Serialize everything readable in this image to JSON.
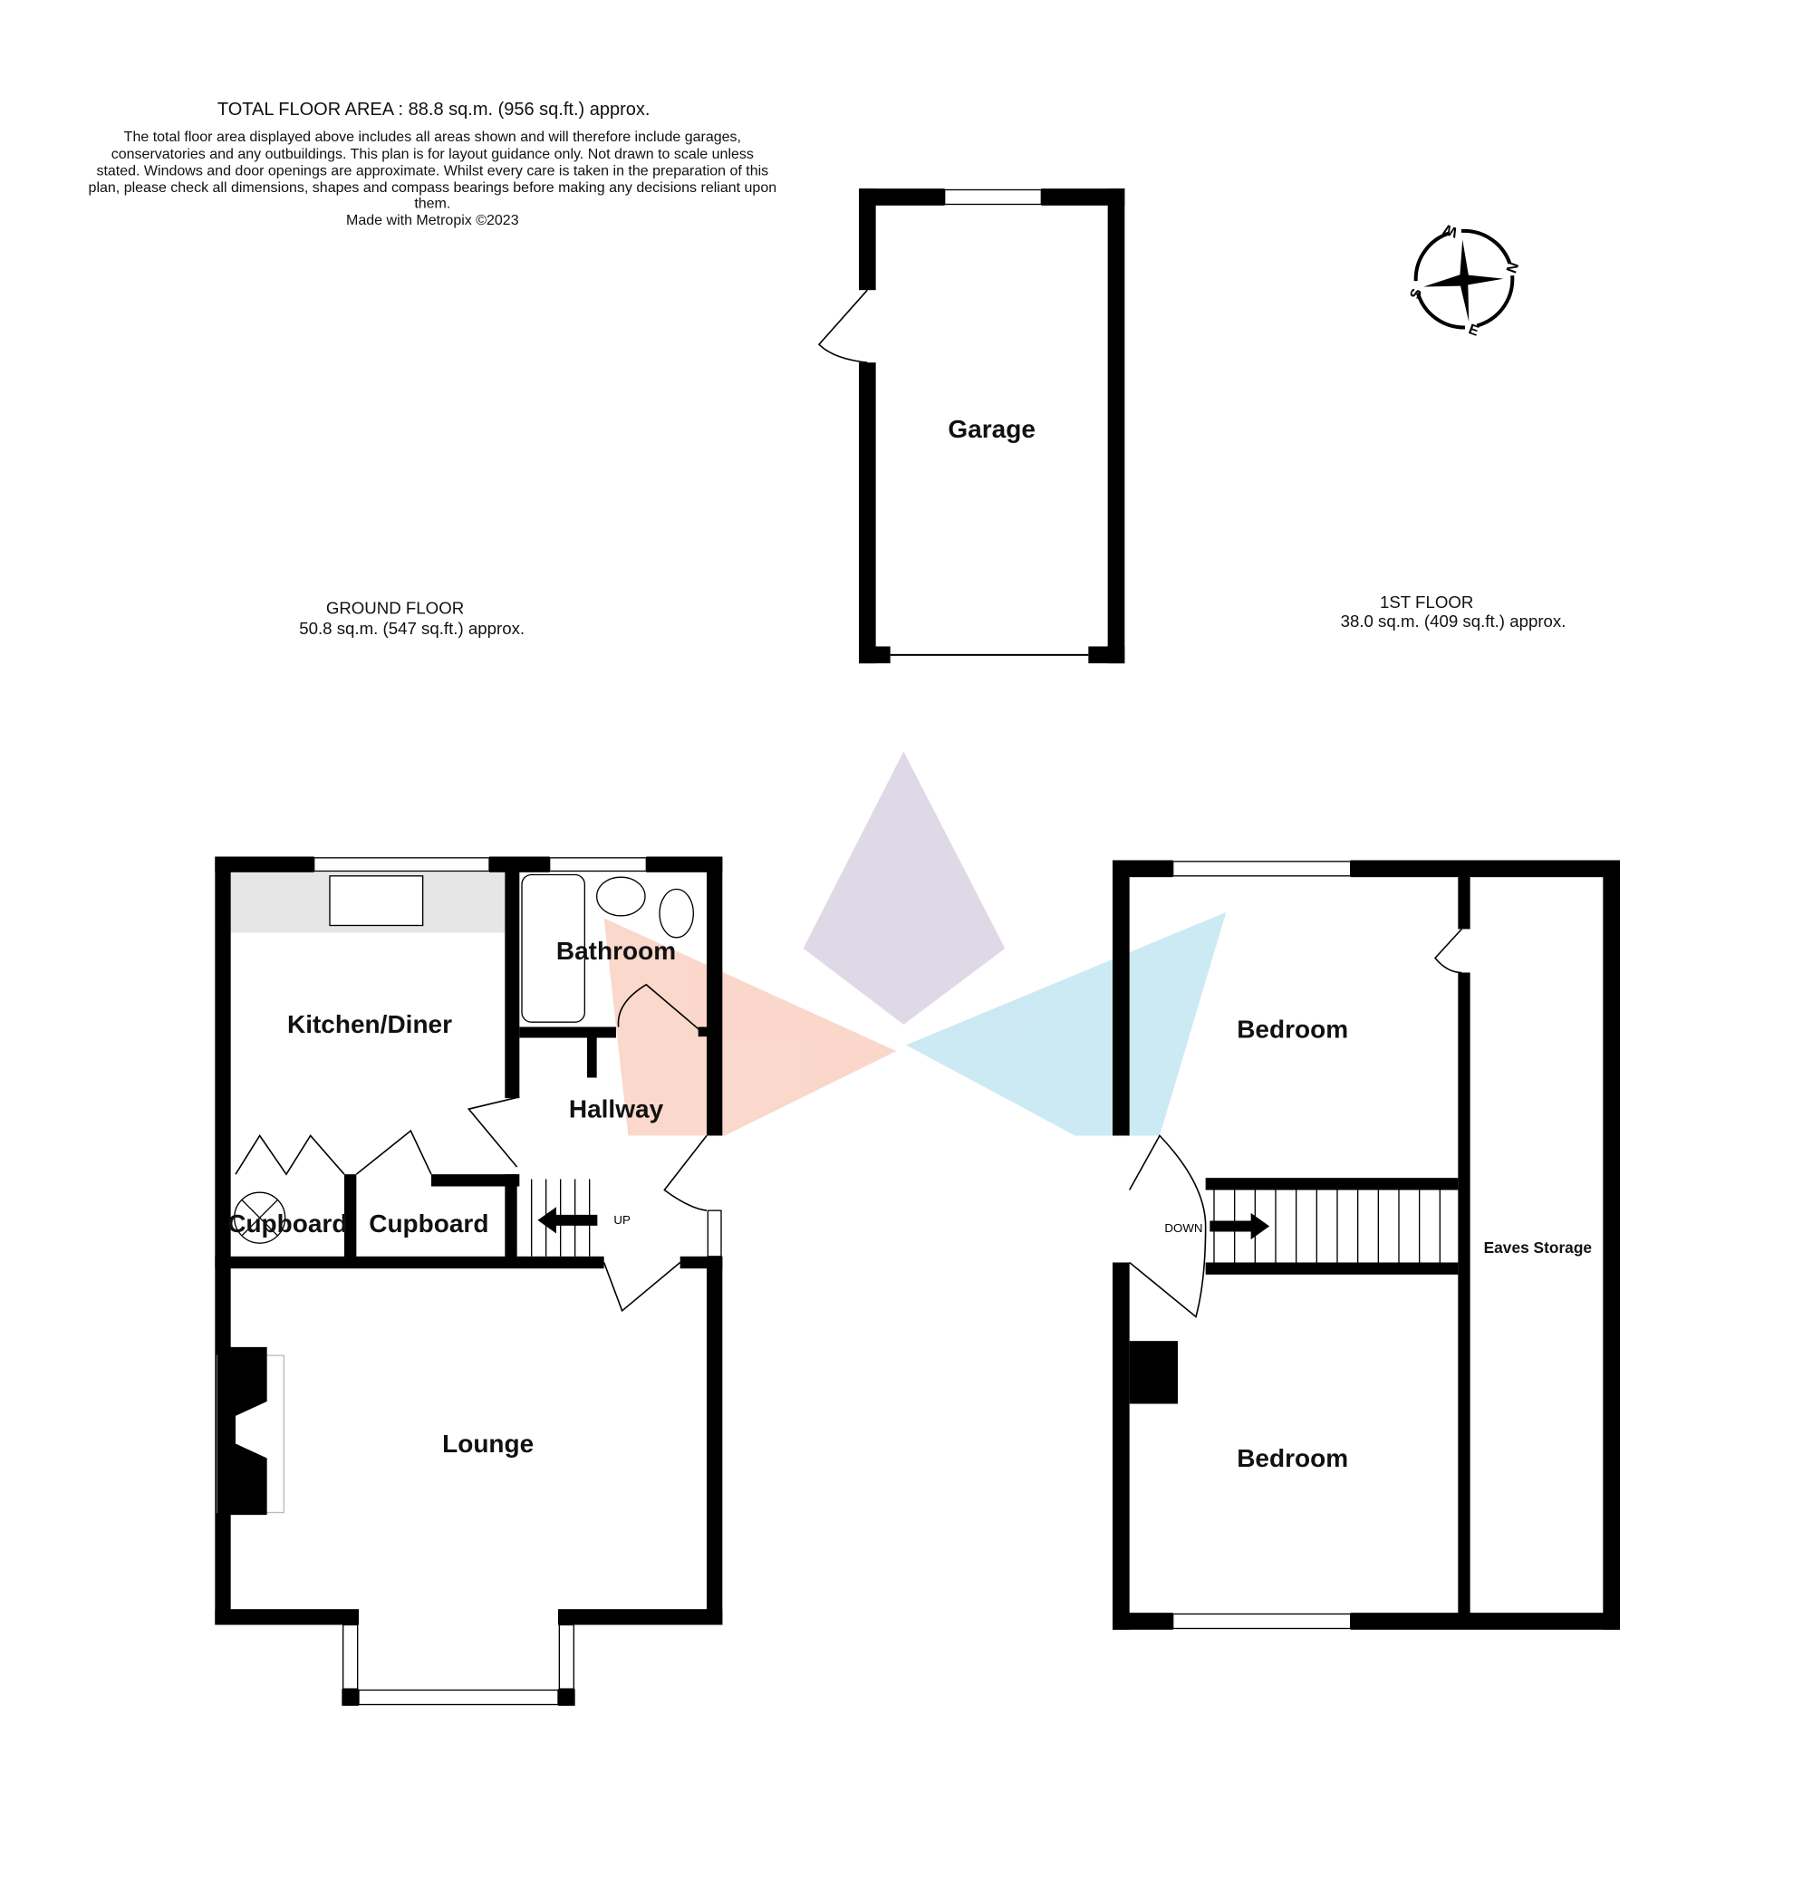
{
  "header": {
    "total_area": "TOTAL FLOOR AREA : 88.8 sq.m. (956 sq.ft.) approx.",
    "disclaimer_lines": [
      "The total floor area displayed above includes all areas shown and will therefore include garages,",
      "conservatories and any outbuildings. This plan is for layout guidance only. Not drawn to scale unless",
      "stated. Windows and door openings are approximate. Whilst every care is taken in the preparation of this",
      "plan, please check all dimensions, shapes and compass bearings before making any decisions reliant upon",
      "them."
    ],
    "credit": "Made with Metropix ©2023"
  },
  "floors": {
    "ground": {
      "title": "GROUND FLOOR",
      "area": "50.8 sq.m. (547 sq.ft.) approx."
    },
    "first": {
      "title": "1ST FLOOR",
      "area": "38.0 sq.m. (409 sq.ft.) approx."
    }
  },
  "rooms": {
    "garage": "Garage",
    "kitchen": "Kitchen/Diner",
    "bathroom": "Bathroom",
    "hallway": "Hallway",
    "cupboard1": "Cupboard",
    "cupboard2": "Cupboard",
    "lounge": "Lounge",
    "bedroom1": "Bedroom",
    "bedroom2": "Bedroom",
    "eaves": "Eaves Storage"
  },
  "stairs": {
    "up": "UP",
    "down": "DOWN"
  },
  "compass": {
    "n": "N",
    "e": "E",
    "s": "S",
    "w": "W",
    "icon": "compass-rose-icon"
  },
  "colors": {
    "wall": "#000000",
    "worktop": "#e6e6e6"
  }
}
